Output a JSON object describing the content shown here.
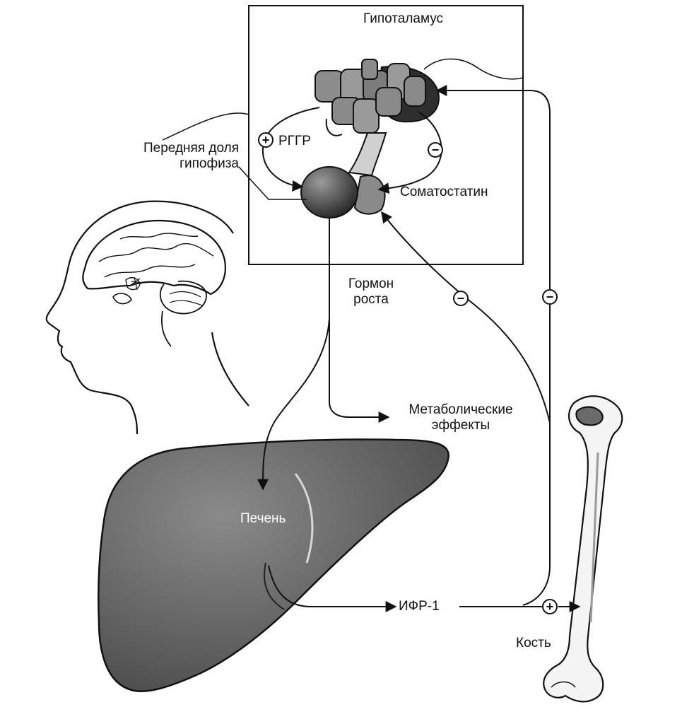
{
  "labels": {
    "hypothalamus": "Гипоталамус",
    "anterior_pituitary_line1": "Передняя доля",
    "anterior_pituitary_line2": "гипофиза",
    "ghrh": "РГГР",
    "somatostatin": "Соматостатин",
    "growth_hormone_line1": "Гормон",
    "growth_hormone_line2": "роста",
    "metabolic_line1": "Метаболические",
    "metabolic_line2": "эффекты",
    "liver": "Печень",
    "igf1": "ИФР-1",
    "bone": "Кость"
  },
  "signs": {
    "plus": "+",
    "minus": "−"
  },
  "colors": {
    "ink": "#111111",
    "liver_fill": "#5e5e5e",
    "hypothalamus_fill": "#8c8c8c",
    "pituitary_fill": "#3a3a3a",
    "bone_shade": "#9a9a9a"
  }
}
